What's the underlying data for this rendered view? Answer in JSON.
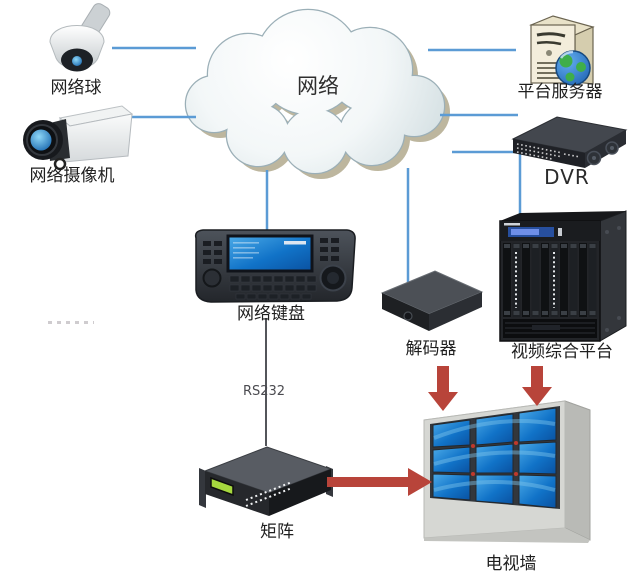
{
  "labels": {
    "dome": "网络球",
    "ipcam": "网络摄像机",
    "cloud": "网络",
    "server": "平台服务器",
    "dvr": "DVR",
    "keyboard": "网络键盘",
    "decoder": "解码器",
    "platform": "视频综合平台",
    "rs232": "RS232",
    "matrix": "矩阵",
    "tvwall": "电视墙"
  },
  "connections": [
    {
      "from": "网络球",
      "to": "网络",
      "style": "blue-line"
    },
    {
      "from": "网络摄像机",
      "to": "网络",
      "style": "blue-line"
    },
    {
      "from": "网络",
      "to": "平台服务器",
      "style": "blue-line"
    },
    {
      "from": "网络",
      "to": "DVR",
      "style": "blue-line"
    },
    {
      "from": "网络",
      "to": "视频综合平台",
      "style": "blue-line"
    },
    {
      "from": "网络",
      "to": "网络键盘",
      "style": "blue-line"
    },
    {
      "from": "网络",
      "to": "解码器",
      "style": "blue-line"
    },
    {
      "from": "网络键盘",
      "to": "矩阵",
      "style": "gray-line",
      "label": "RS232"
    },
    {
      "from": "解码器",
      "to": "电视墙",
      "style": "red-arrow"
    },
    {
      "from": "视频综合平台",
      "to": "电视墙",
      "style": "red-arrow"
    },
    {
      "from": "矩阵",
      "to": "电视墙",
      "style": "red-arrow"
    }
  ],
  "colors": {
    "line_blue": "#5b9bd5",
    "line_gray": "#53555a",
    "arrow_red": "#b8443a",
    "cloud_edge": "#9bafb7",
    "cloud_shadow": "#b2aa8e",
    "screen_blue": "#1173c8",
    "lcd_green": "#a6d83e"
  }
}
